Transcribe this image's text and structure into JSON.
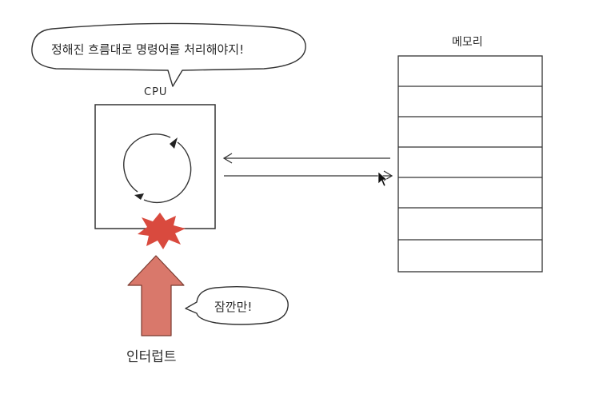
{
  "speech_top": "정해진 흐름대로 명령어를 처리해야지!",
  "cpu_label": "CPU",
  "memory_label": "메모리",
  "speech_interrupt": "잠깐만!",
  "interrupt_label": "인터럽트",
  "colors": {
    "line": "#333333",
    "burst": "#d94a3e",
    "arrow_fill": "#d9786b",
    "arrow_stroke": "#7a3a2f"
  },
  "icons": [
    "cycle-arrows-icon",
    "burst-icon",
    "up-arrow-icon",
    "mouse-cursor-icon"
  ]
}
